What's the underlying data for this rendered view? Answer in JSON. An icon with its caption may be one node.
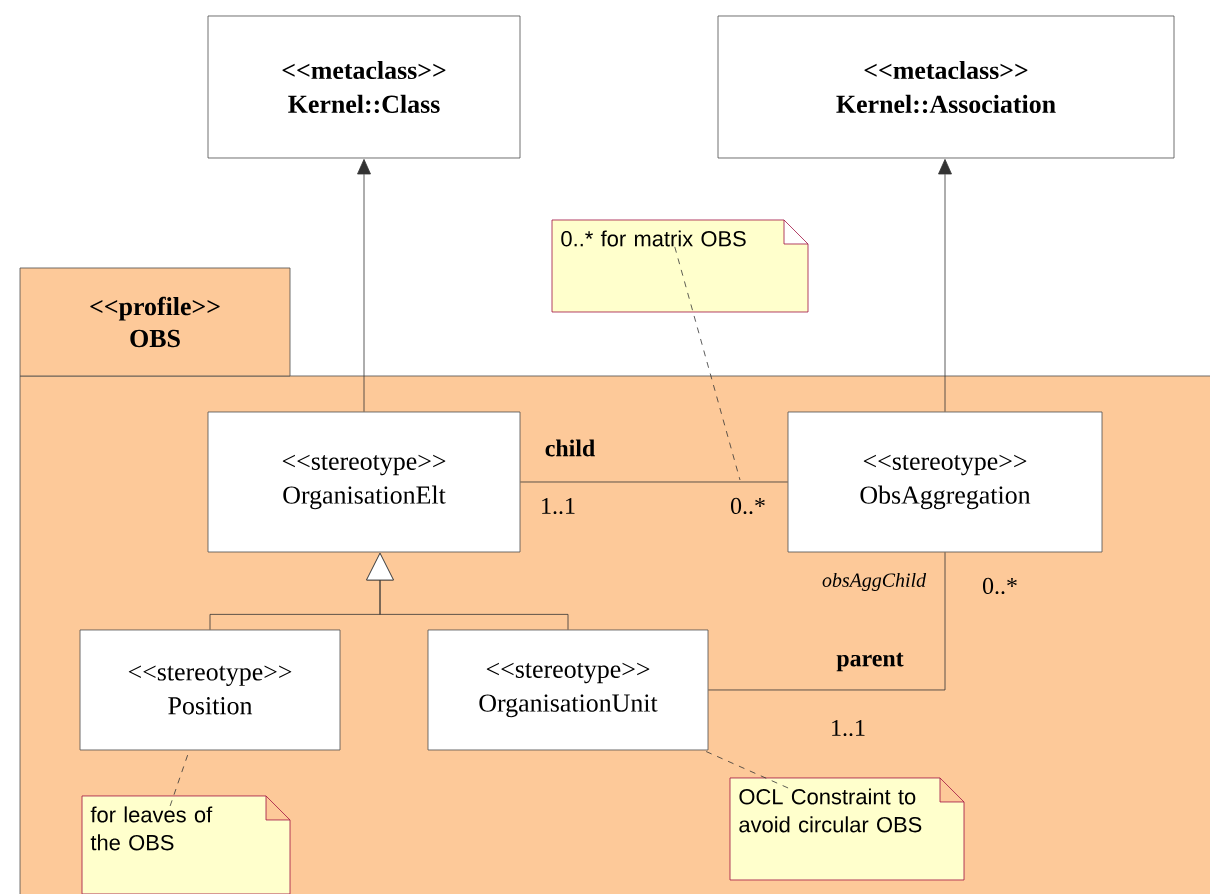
{
  "diagram": {
    "nodes": [
      {
        "text": [
          "<<metaclass>>",
          "Kernel::Class"
        ]
      },
      {
        "text": [
          "<<metaclass>>",
          "Kernel::Association"
        ]
      },
      {
        "text": [
          "<<profile>>",
          "OBS"
        ]
      },
      {
        "text": [
          "0..* for matrix OBS"
        ]
      },
      {
        "text": [
          "<<stereotype>>",
          "OrganisationElt"
        ],
        "in": 2
      },
      {
        "text": [
          "<<stereotype>>",
          "ObsAggregation"
        ],
        "in": 2
      },
      {
        "text": [
          "<<stereotype>>",
          "Position"
        ],
        "in": 2
      },
      {
        "text": [
          "<<stereotype>>",
          "OrganisationUnit"
        ],
        "in": 2
      },
      {
        "text": [
          "for leaves of the OBS"
        ],
        "in": 2
      },
      {
        "text": [
          "OCL Constraint to avoid circular OBS"
        ],
        "in": 2
      }
    ],
    "edges": [
      {
        "from": 4,
        "to": 0,
        "arrow": "to"
      },
      {
        "from": 5,
        "to": 1,
        "arrow": "to"
      },
      {
        "from": 4,
        "to": 5,
        "arrow": "none",
        "label": "child"
      },
      {
        "from": 7,
        "to": 5,
        "arrow": "none",
        "label": "parent"
      },
      {
        "from": 6,
        "to": 4,
        "arrow": "to"
      },
      {
        "from": 7,
        "to": 4,
        "arrow": "to"
      },
      {
        "from": 3,
        "to": null,
        "arrow": "none",
        "style": "dashed"
      },
      {
        "from": 8,
        "to": 6,
        "arrow": "none",
        "style": "dashed"
      },
      {
        "from": 9,
        "to": 7,
        "arrow": "none",
        "style": "dashed"
      }
    ],
    "labels": [
      "1..1",
      "0..*",
      "obsAggChild",
      "0..*",
      "1..1"
    ]
  }
}
